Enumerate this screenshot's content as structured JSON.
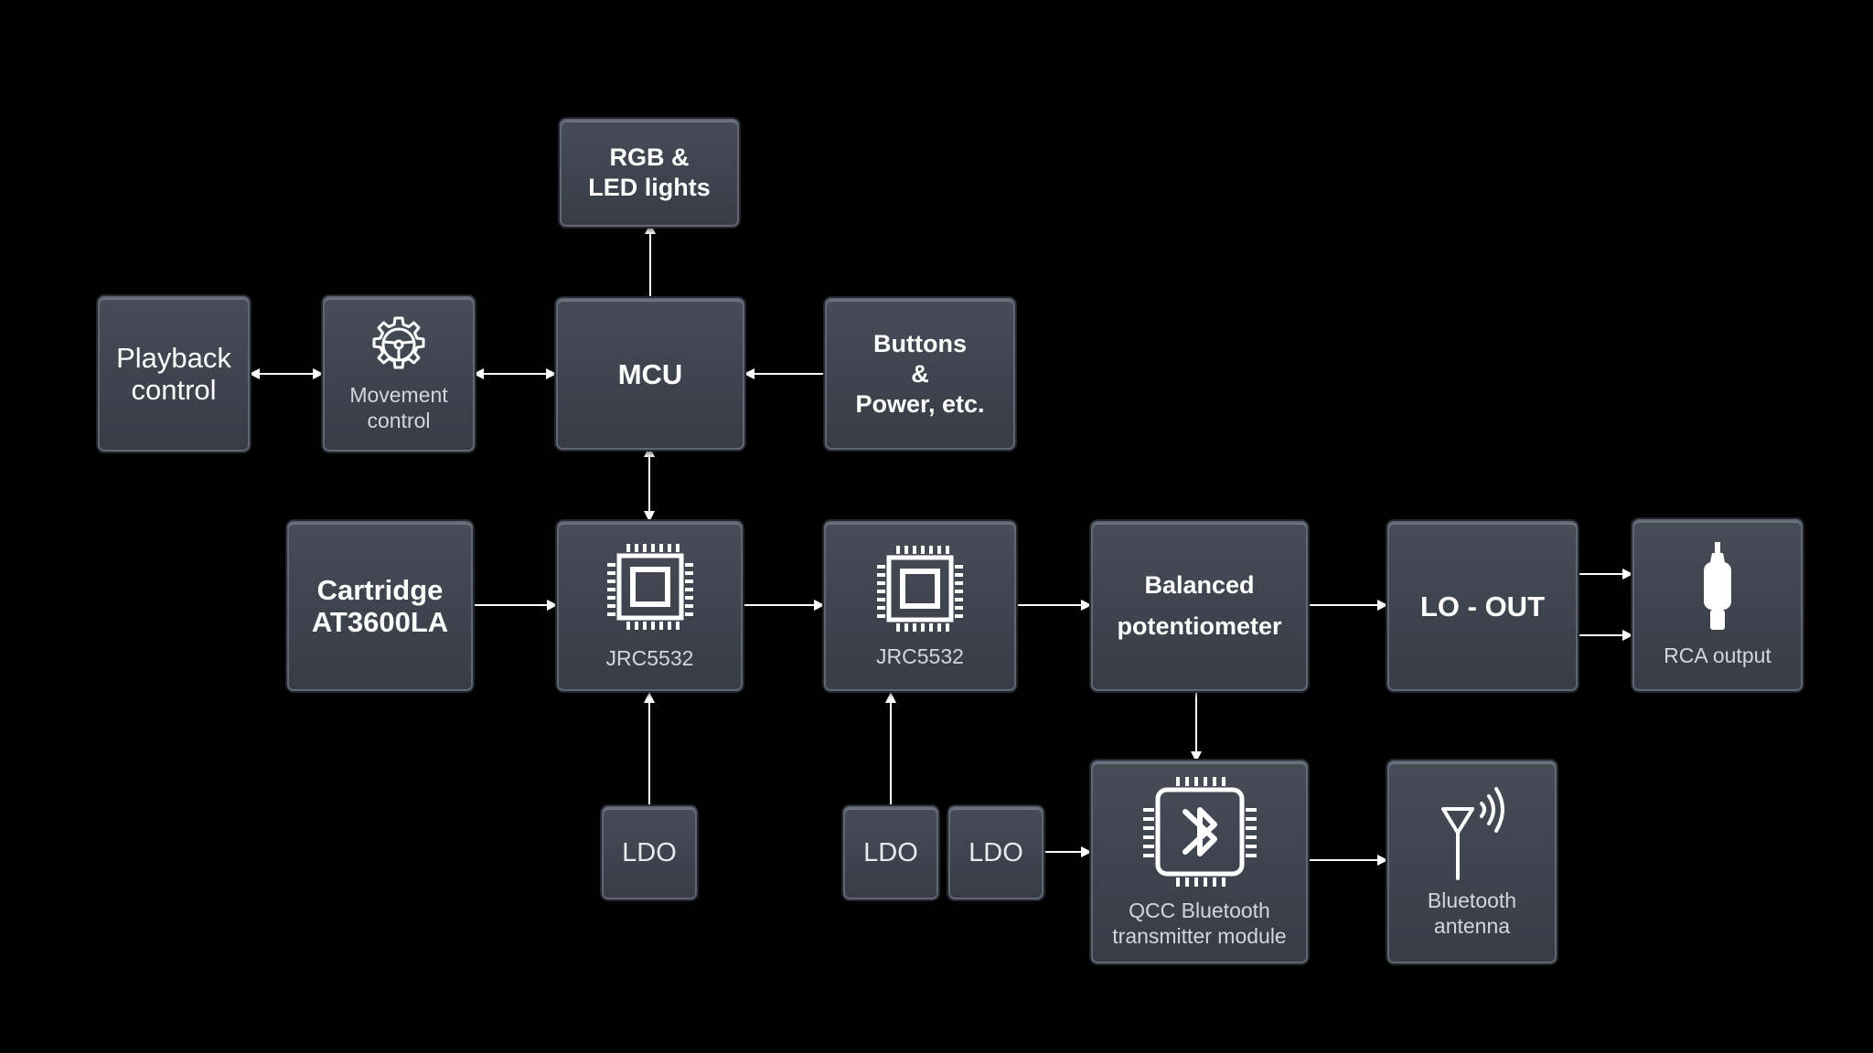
{
  "colors": {
    "background": "#000000",
    "box_fill": "#3e434d",
    "box_border": "#5f6674",
    "connector": "#ffffff"
  },
  "nodes": {
    "rgb_led": {
      "line1": "RGB &",
      "line2": "LED lights"
    },
    "playback": {
      "line1": "Playback",
      "line2": "control"
    },
    "movement": {
      "line1": "Movement",
      "line2": "control",
      "icon": "steering-gear-icon"
    },
    "mcu": {
      "label": "MCU"
    },
    "buttons": {
      "line1": "Buttons",
      "line2": "&",
      "line3": "Power, etc."
    },
    "cartridge": {
      "line1": "Cartridge",
      "line2": "AT3600LA"
    },
    "jrc_1": {
      "label": "JRC5532",
      "icon": "chip-icon"
    },
    "jrc_2": {
      "label": "JRC5532",
      "icon": "chip-icon"
    },
    "balanced_pot": {
      "line1": "Balanced",
      "line2": "potentiometer"
    },
    "lo_out": {
      "label": "LO - OUT"
    },
    "rca": {
      "label": "RCA output",
      "icon": "rca-plug-icon"
    },
    "ldo_1": {
      "label": "LDO"
    },
    "ldo_2": {
      "label": "LDO"
    },
    "ldo_3": {
      "label": "LDO"
    },
    "qcc": {
      "line1": "QCC Bluetooth",
      "line2": "transmitter module",
      "icon": "bluetooth-chip-icon"
    },
    "antenna": {
      "line1": "Bluetooth",
      "line2": "antenna",
      "icon": "antenna-icon"
    }
  },
  "connections": [
    {
      "from": "mcu",
      "to": "rgb_led",
      "direction": "forward"
    },
    {
      "from": "playback",
      "to": "movement",
      "direction": "bidirectional"
    },
    {
      "from": "movement",
      "to": "mcu",
      "direction": "bidirectional"
    },
    {
      "from": "buttons",
      "to": "mcu",
      "direction": "forward"
    },
    {
      "from": "mcu",
      "to": "jrc_1",
      "direction": "bidirectional"
    },
    {
      "from": "cartridge",
      "to": "jrc_1",
      "direction": "forward"
    },
    {
      "from": "jrc_1",
      "to": "jrc_2",
      "direction": "forward"
    },
    {
      "from": "jrc_2",
      "to": "balanced_pot",
      "direction": "forward"
    },
    {
      "from": "balanced_pot",
      "to": "lo_out",
      "direction": "forward"
    },
    {
      "from": "lo_out",
      "to": "rca",
      "direction": "forward"
    },
    {
      "from": "lo_out",
      "to": "rca",
      "direction": "forward"
    },
    {
      "from": "ldo_1",
      "to": "jrc_1",
      "direction": "forward"
    },
    {
      "from": "ldo_2",
      "to": "jrc_2",
      "direction": "forward"
    },
    {
      "from": "balanced_pot",
      "to": "qcc",
      "direction": "forward"
    },
    {
      "from": "ldo_3",
      "to": "qcc",
      "direction": "forward"
    },
    {
      "from": "qcc",
      "to": "antenna",
      "direction": "forward"
    }
  ]
}
